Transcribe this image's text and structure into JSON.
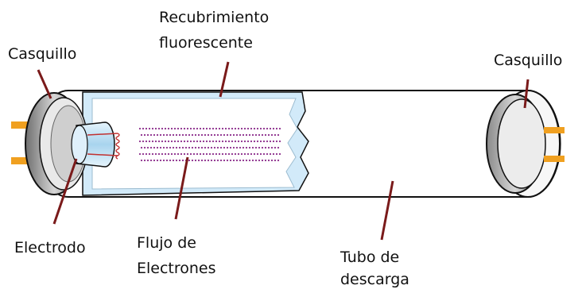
{
  "labels": {
    "casquillo_left": "Casquillo",
    "recubrimiento_line1": "Recubrimiento",
    "recubrimiento_line2": "fluorescente",
    "casquillo_right": "Casquillo",
    "electrodo": "Electrodo",
    "flujo_line1": "Flujo de",
    "flujo_line2": "Electrones",
    "tubo_line1": "Tubo de",
    "tubo_line2": "descarga"
  },
  "colors": {
    "leader_line": "#7a1a1a",
    "pin": "#f0a020",
    "coating": "#cfe8f8",
    "electron_dots": "#8a2a8a",
    "filament": "#c03030",
    "tube_outline": "#111111"
  }
}
